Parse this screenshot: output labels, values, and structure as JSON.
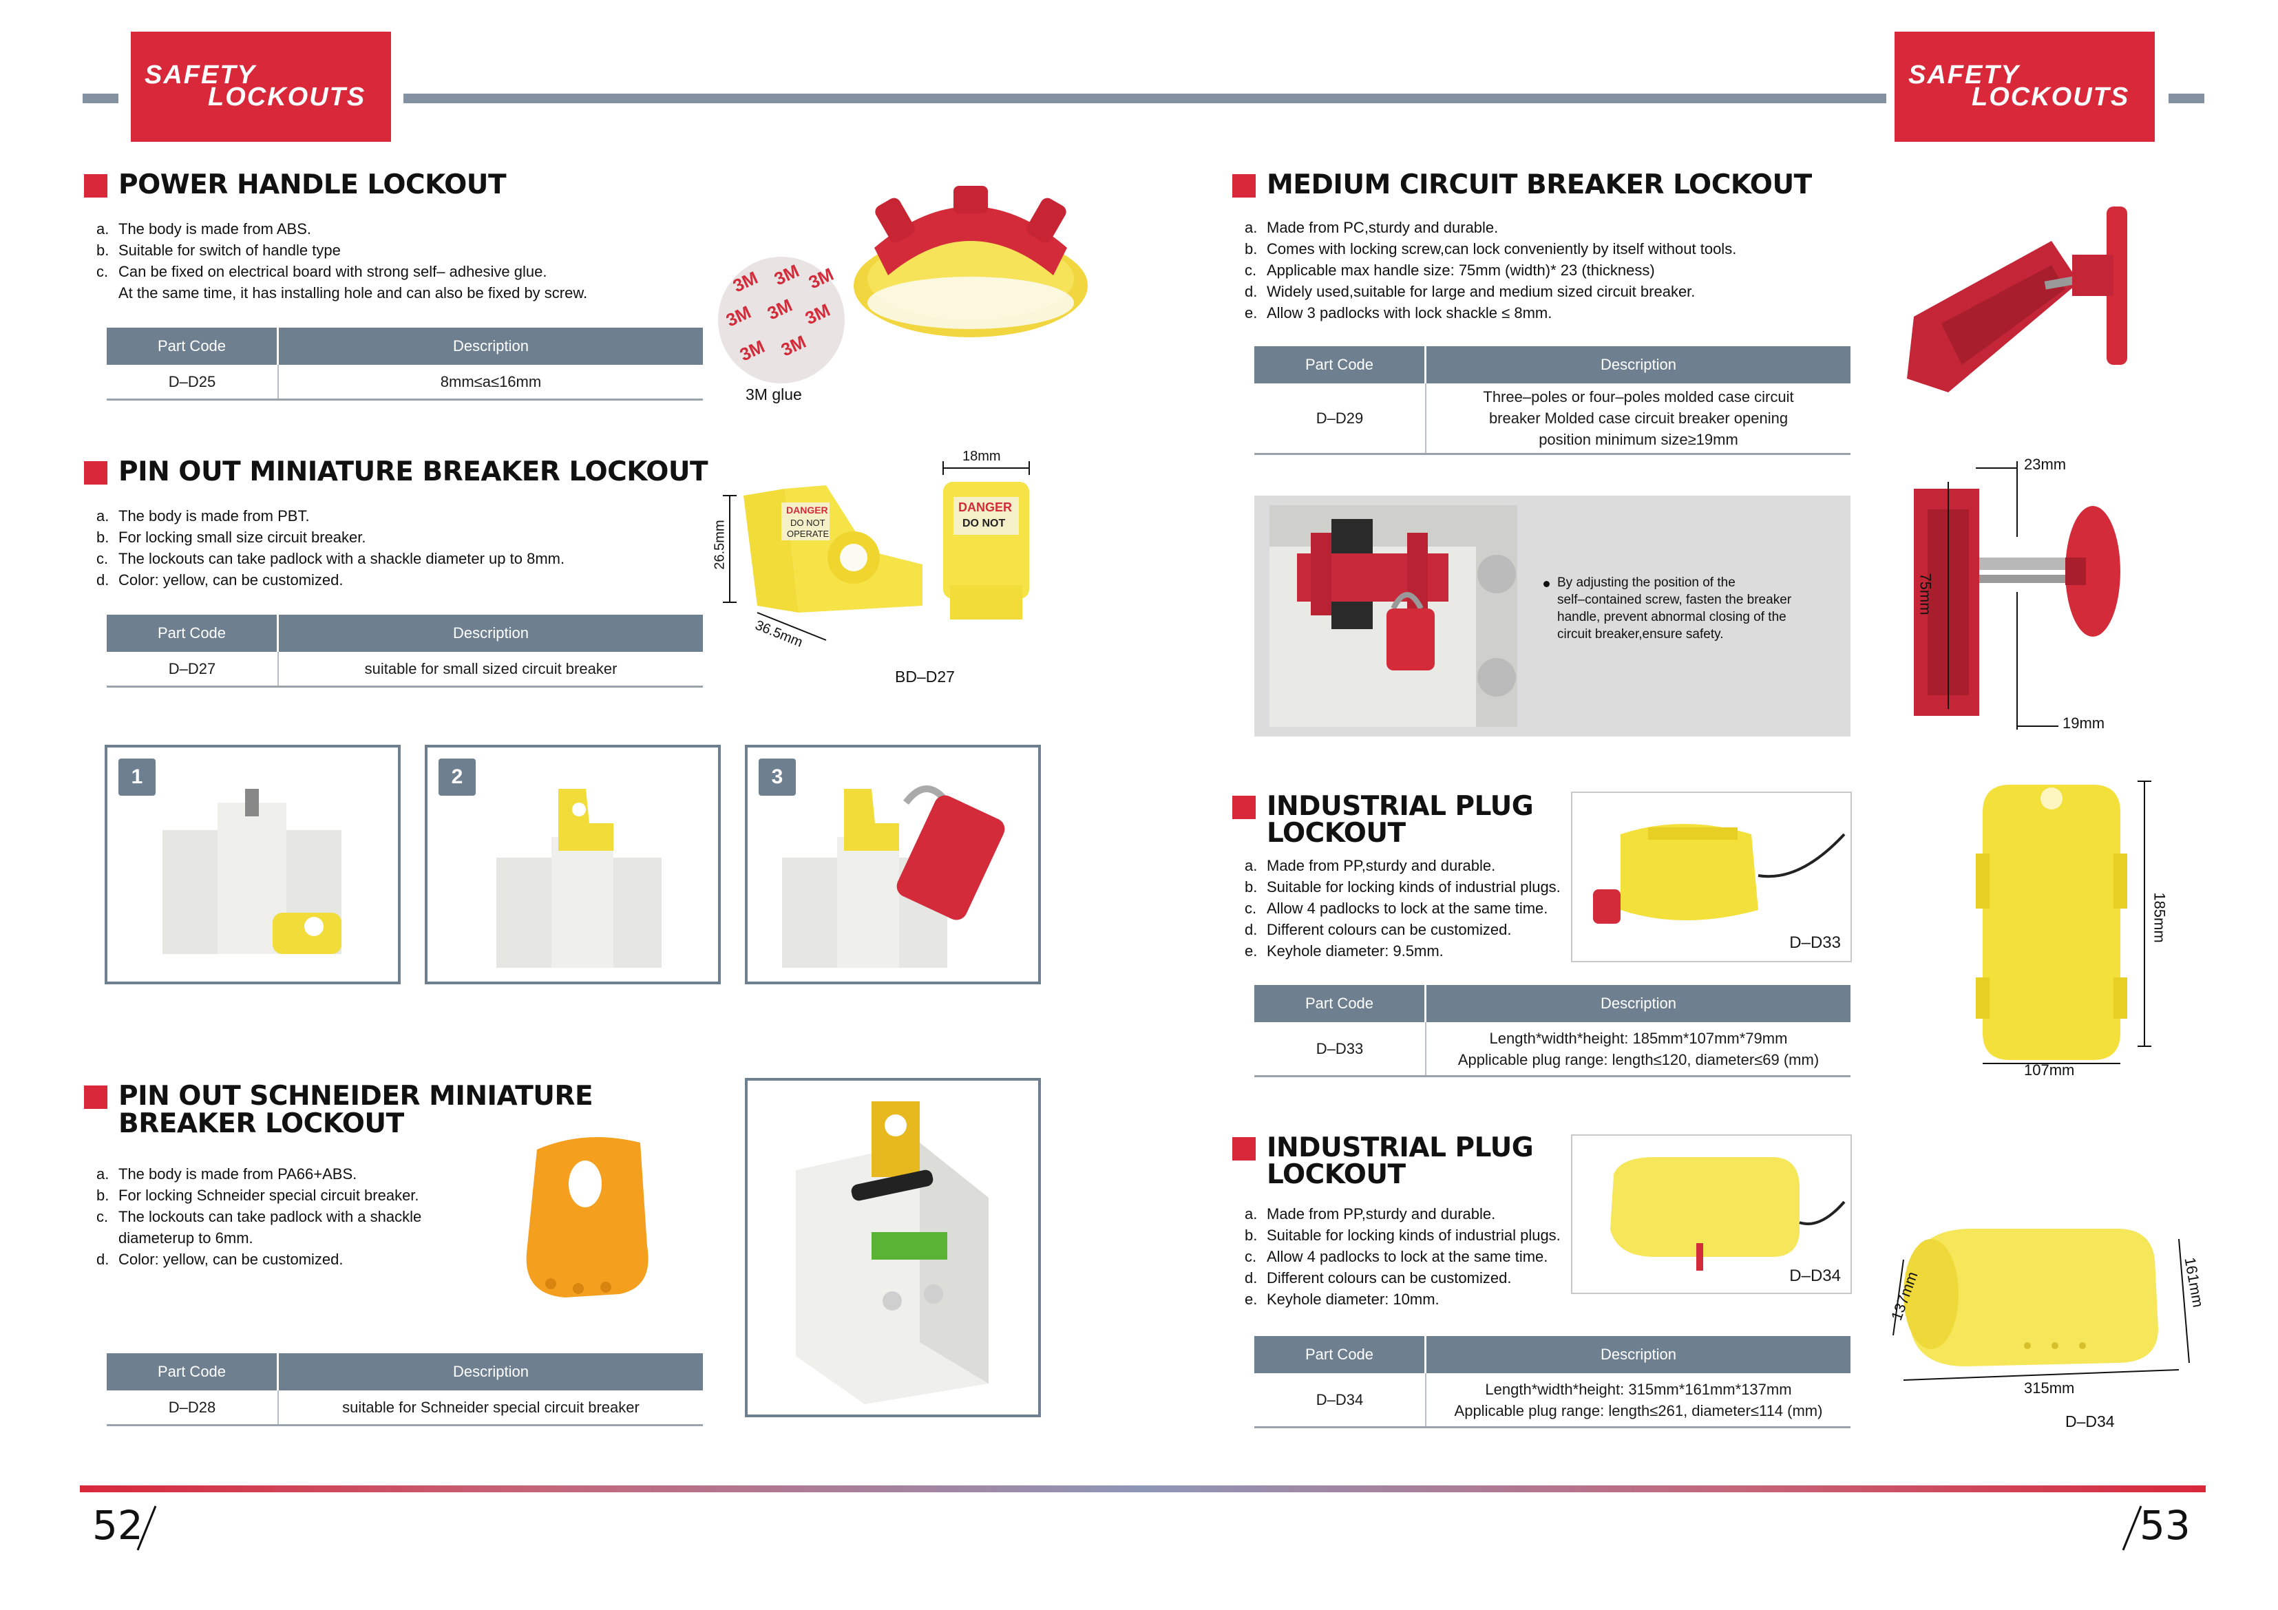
{
  "header": {
    "badge_line1": "SAFETY",
    "badge_line2": "LOCKOUTS"
  },
  "colors": {
    "accent": "#d8283a",
    "table_header": "#6e7f8f",
    "bar": "#8391a0"
  },
  "left": {
    "power_handle": {
      "title": "POWER HANDLE LOCKOUT",
      "items": [
        {
          "k": "a.",
          "t": "The body is made from ABS."
        },
        {
          "k": "b.",
          "t": "Suitable for switch of handle type"
        },
        {
          "k": "c.",
          "t": "Can be fixed on electrical board with strong self– adhesive glue.\nAt the same time, it has installing hole and can also be fixed by screw."
        }
      ],
      "table": {
        "h1": "Part Code",
        "h2": "Description",
        "code": "D–D25",
        "desc": "8mm≤a≤16mm"
      },
      "image_caption": "3M glue",
      "glue_text": "3M"
    },
    "pin_out_miniature": {
      "title": "PIN OUT MINIATURE BREAKER LOCKOUT",
      "items": [
        {
          "k": "a.",
          "t": "The body is made from PBT."
        },
        {
          "k": "b.",
          "t": "For locking small size circuit breaker."
        },
        {
          "k": "c.",
          "t": "The lockouts can take padlock with a shackle diameter up to 8mm."
        },
        {
          "k": "d.",
          "t": "Color: yellow, can be customized."
        }
      ],
      "table": {
        "h1": "Part Code",
        "h2": "Description",
        "code": "D–D27",
        "desc": "suitable for small sized circuit breaker"
      },
      "image_caption": "BD–D27",
      "dims": {
        "top": "18mm",
        "height": "26.5mm",
        "length": "36.5mm"
      },
      "tag_danger": "DANGER",
      "tag_do_not": "DO NOT",
      "tag_operate": "OPERATE",
      "steps": [
        "1",
        "2",
        "3"
      ]
    },
    "schneider": {
      "title_line1": "PIN OUT SCHNEIDER MINIATURE",
      "title_line2": "BREAKER LOCKOUT",
      "items": [
        {
          "k": "a.",
          "t": "The body is made from PA66+ABS."
        },
        {
          "k": "b.",
          "t": "For locking Schneider special circuit breaker."
        },
        {
          "k": "c.",
          "t": "The lockouts can take padlock with a shackle\ndiameterup to 6mm."
        },
        {
          "k": "d.",
          "t": "Color: yellow, can be customized."
        }
      ],
      "table": {
        "h1": "Part Code",
        "h2": "Description",
        "code": "D–D28",
        "desc": "suitable for Schneider special circuit breaker"
      }
    },
    "page_number": "52"
  },
  "right": {
    "medium_cb": {
      "title": "MEDIUM CIRCUIT BREAKER LOCKOUT",
      "items": [
        {
          "k": "a.",
          "t": "Made from PC,sturdy and durable."
        },
        {
          "k": "b.",
          "t": "Comes with locking screw,can lock conveniently by itself without tools."
        },
        {
          "k": "c.",
          "t": "Applicable max handle size: 75mm (width)* 23 (thickness)"
        },
        {
          "k": "d.",
          "t": "Widely used,suitable for large and medium sized circuit breaker."
        },
        {
          "k": "e.",
          "t": "Allow 3 padlocks with lock shackle ≤ 8mm."
        }
      ],
      "table": {
        "h1": "Part Code",
        "h2": "Description",
        "code": "D–D29",
        "desc": "Three–poles or four–poles molded case circuit\nbreaker Molded case circuit breaker opening\nposition minimum size≥19mm"
      },
      "note": "By adjusting the position of the\nself–contained screw, fasten the breaker\nhandle, prevent abnormal closing of the\ncircuit breaker,ensure safety.",
      "dims": {
        "a": "23mm",
        "b": "75mm",
        "c": "19mm"
      }
    },
    "plug_d33": {
      "title_line1": "INDUSTRIAL PLUG",
      "title_line2": "LOCKOUT",
      "items": [
        {
          "k": "a.",
          "t": "Made from PP,sturdy and durable."
        },
        {
          "k": "b.",
          "t": "Suitable for locking kinds of industrial plugs."
        },
        {
          "k": "c.",
          "t": "Allow 4 padlocks to lock at the same time."
        },
        {
          "k": "d.",
          "t": "Different colours can be customized."
        },
        {
          "k": "e.",
          "t": "Keyhole diameter: 9.5mm."
        }
      ],
      "image_label": "D–D33",
      "table": {
        "h1": "Part Code",
        "h2": "Description",
        "code": "D–D33",
        "desc": "Length*width*height: 185mm*107mm*79mm\nApplicable plug range: length≤120, diameter≤69 (mm)"
      },
      "dims": {
        "h": "185mm",
        "w": "107mm"
      }
    },
    "plug_d34": {
      "title_line1": "INDUSTRIAL PLUG",
      "title_line2": "LOCKOUT",
      "items": [
        {
          "k": "a.",
          "t": "Made from PP,sturdy and durable."
        },
        {
          "k": "b.",
          "t": "Suitable for locking kinds of industrial plugs."
        },
        {
          "k": "c.",
          "t": "Allow 4 padlocks to lock at the same time."
        },
        {
          "k": "d.",
          "t": "Different colours can be customized."
        },
        {
          "k": "e.",
          "t": "Keyhole diameter: 10mm."
        }
      ],
      "image_label": "D–D34",
      "table": {
        "h1": "Part Code",
        "h2": "Description",
        "code": "D–D34",
        "desc": "Length*width*height: 315mm*161mm*137mm\nApplicable plug range: length≤261, diameter≤114 (mm)"
      },
      "dims": {
        "d1": "137mm",
        "d2": "161mm",
        "len": "315mm"
      },
      "caption": "D–D34"
    },
    "page_number": "53"
  }
}
